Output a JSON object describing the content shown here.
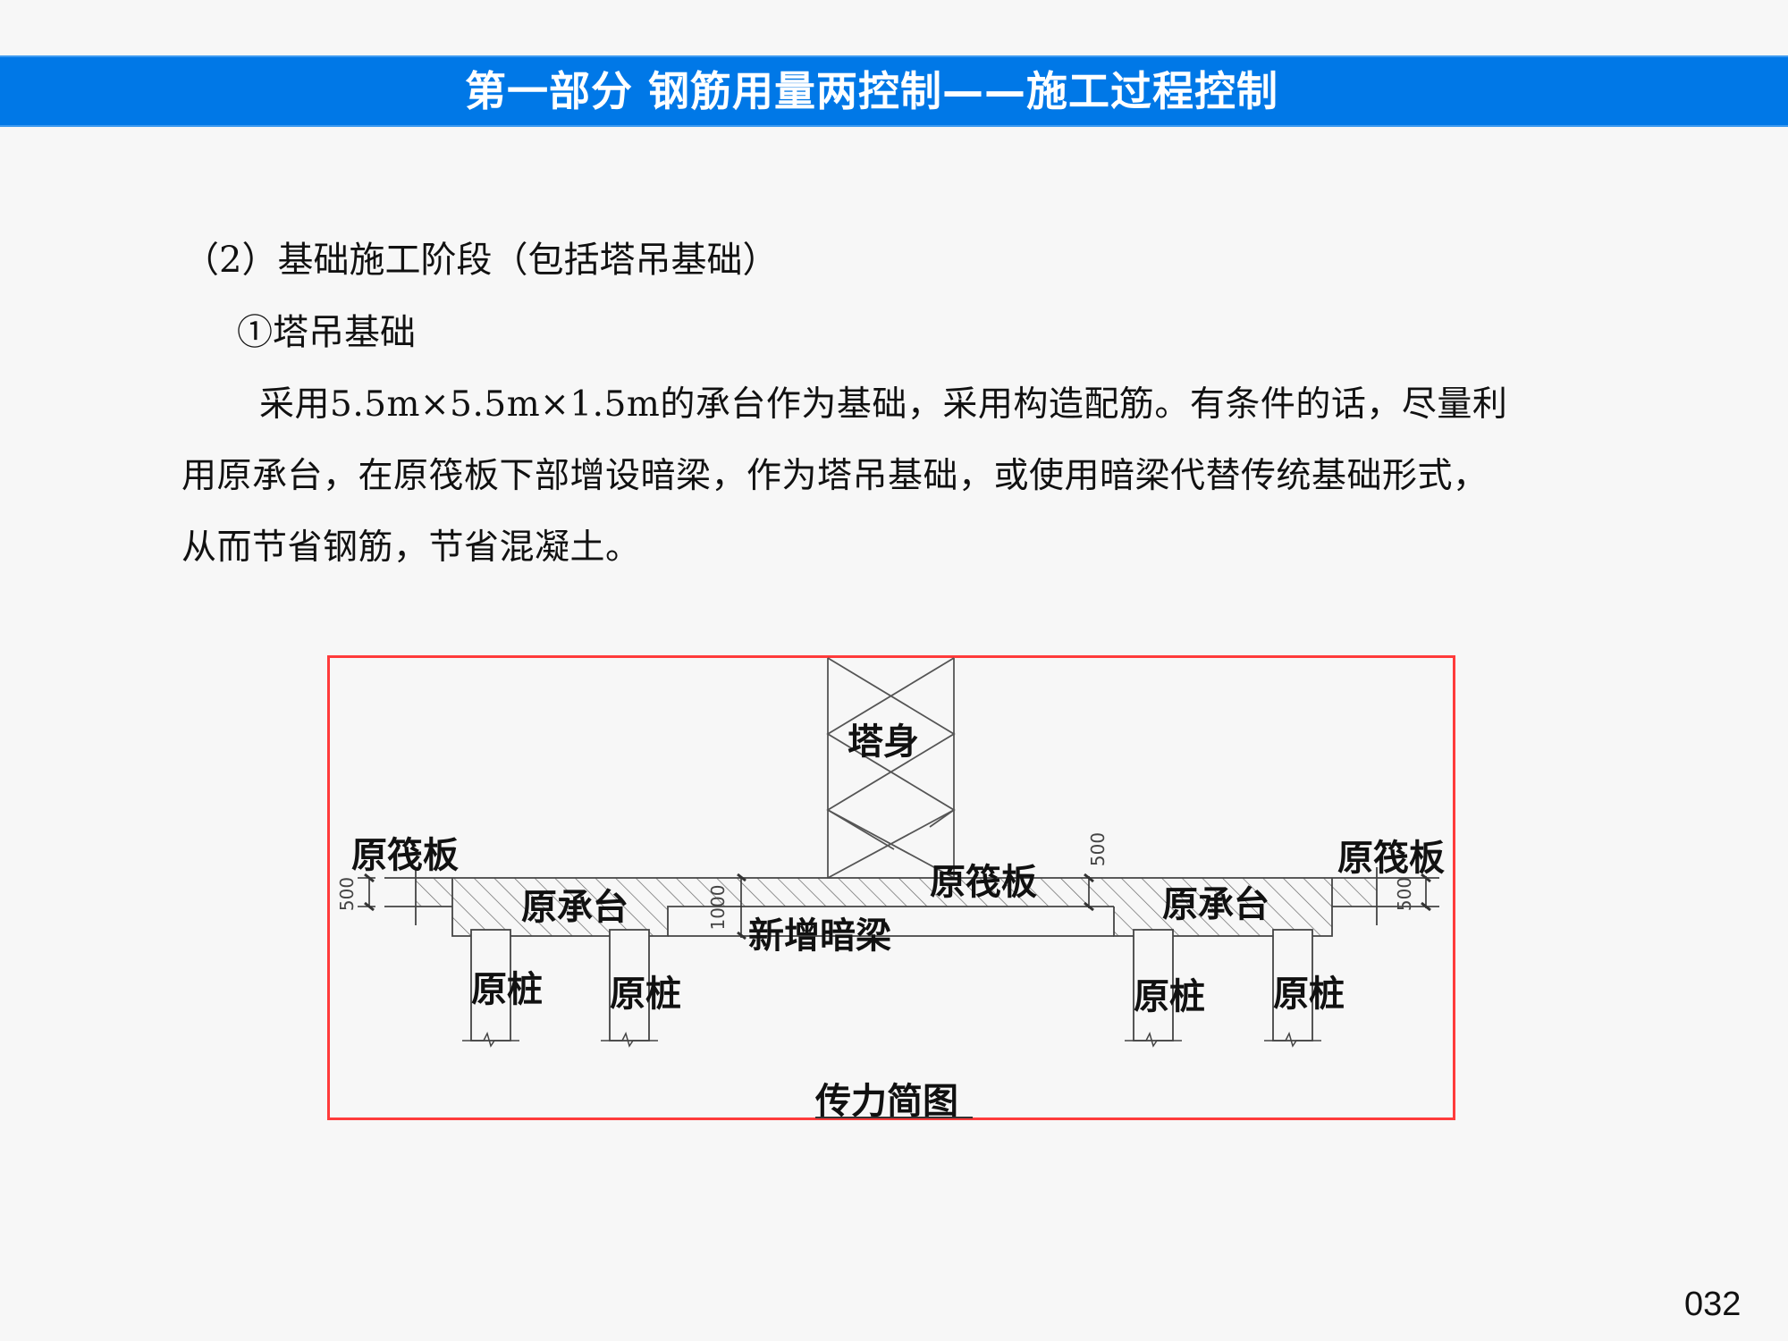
{
  "header": {
    "title": "第一部分  钢筋用量两控制——施工过程控制",
    "background_color": "#0078e7"
  },
  "content": {
    "section_heading": "（2）基础施工阶段（包括塔吊基础）",
    "sub_heading": "①塔吊基础",
    "paragraph_lines": [
      "采用5.5m×5.5m×1.5m的承台作为基础，采用构造配筋。有条件的话，尽量利",
      "用原承台，在原筏板下部增设暗梁，作为塔吊基础，或使用暗梁代替传统基础形式，",
      "从而节省钢筋，节省混凝土。"
    ]
  },
  "diagram": {
    "border_color": "#ff3b3b",
    "caption": "传力简图",
    "labels": {
      "tower_body": "塔身",
      "raft_left": "原筏板",
      "raft_center": "原筏板",
      "raft_right": "原筏板",
      "cap_left": "原承台",
      "cap_right": "原承台",
      "new_beam": "新增暗梁",
      "pile_1": "原桩",
      "pile_2": "原桩",
      "pile_3": "原桩",
      "pile_4": "原桩"
    },
    "dimensions": {
      "left_raft_thickness": "500",
      "beam_depth": "1000",
      "center_raft_thickness": "500",
      "right_raft_thickness": "500"
    }
  },
  "footer": {
    "page_number": "032"
  }
}
